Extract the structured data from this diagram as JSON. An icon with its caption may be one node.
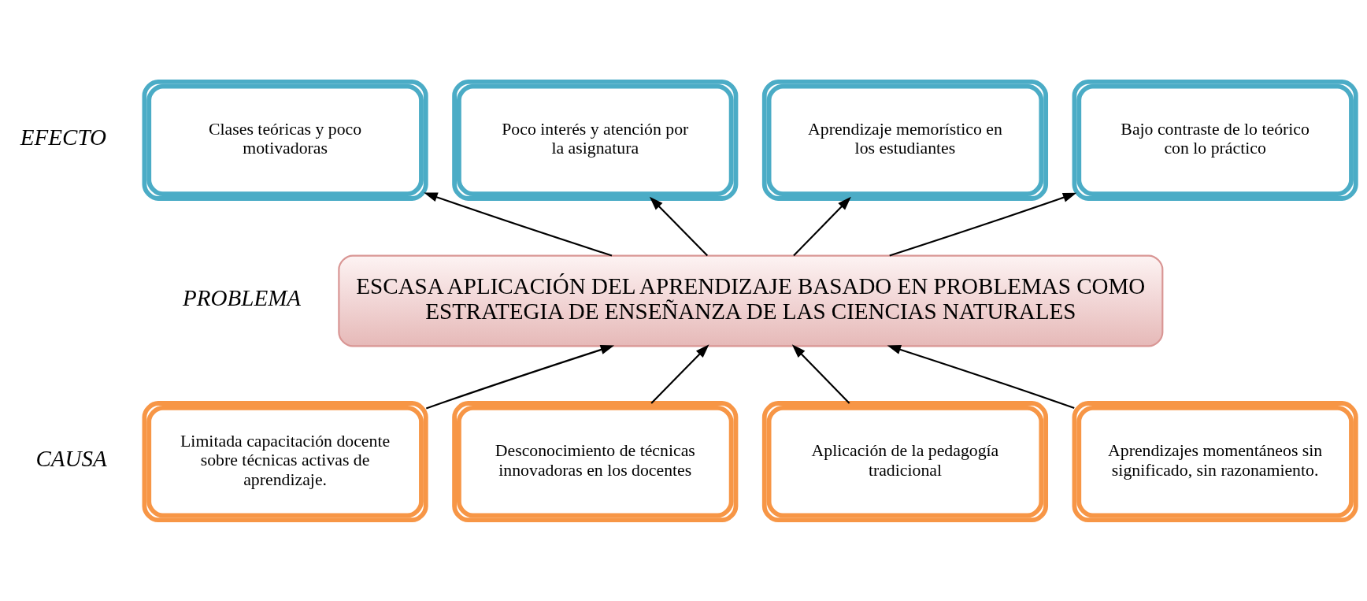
{
  "diagram": {
    "nodes": [
      {
        "text": [
          "Clases teóricas y poco motivadoras"
        ]
      },
      {
        "text": [
          "Poco interés y atención por la asignatura"
        ]
      },
      {
        "text": [
          "Aprendizaje memorístico en los estudiantes"
        ]
      },
      {
        "text": [
          "Bajo contraste de lo teórico con lo práctico"
        ]
      },
      {
        "text": [
          "ESCASA APLICACIÓN DEL APRENDIZAJE BASADO EN PROBLEMAS COMO ESTRATEGIA DE ENSEÑANZA DE LAS CIENCIAS NATURALES"
        ]
      },
      {
        "text": [
          "Limitada capacitación docente sobre técnicas activas de aprendizaje."
        ]
      },
      {
        "text": [
          "Desconocimiento de técnicas innovadoras en los docentes"
        ]
      },
      {
        "text": [
          "Aplicación de la pedagogía tradicional"
        ]
      },
      {
        "text": [
          "Aprendizajes momentáneos sin significado, sin razonamiento."
        ]
      }
    ],
    "edges": [
      {
        "from": 4,
        "to": 0,
        "arrow": "to"
      },
      {
        "from": 4,
        "to": 1,
        "arrow": "to"
      },
      {
        "from": 4,
        "to": 2,
        "arrow": "to"
      },
      {
        "from": 4,
        "to": 3,
        "arrow": "to"
      },
      {
        "from": 5,
        "to": 4,
        "arrow": "to"
      },
      {
        "from": 6,
        "to": 4,
        "arrow": "to"
      },
      {
        "from": 7,
        "to": 4,
        "arrow": "to"
      },
      {
        "from": 8,
        "to": 4,
        "arrow": "to"
      }
    ],
    "labels": [
      "EFECTO",
      "PROBLEMA",
      "CAUSA"
    ]
  }
}
